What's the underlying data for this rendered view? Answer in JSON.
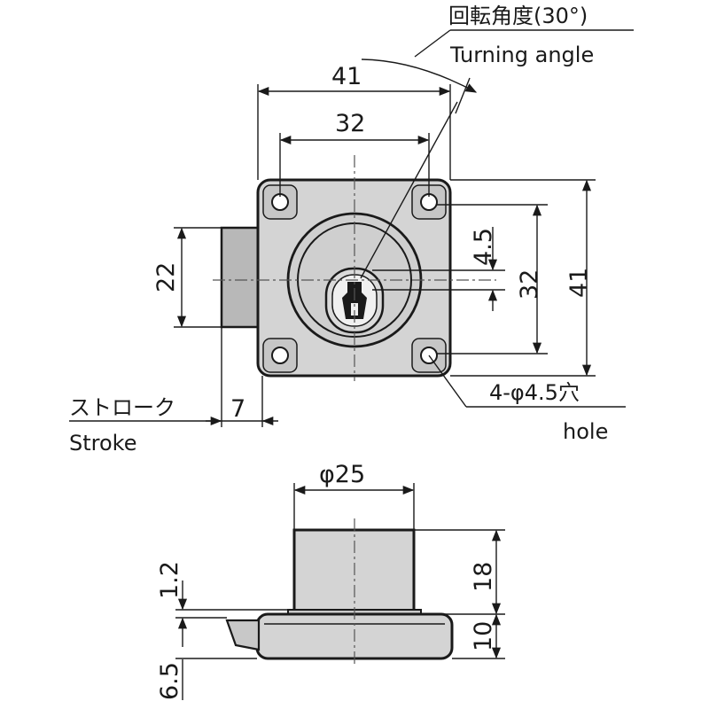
{
  "labels": {
    "turning_angle_jp": "回転角度(30°)",
    "turning_angle_en": "Turning angle",
    "width_41": "41",
    "width_32": "32",
    "height_4_5": "4.5",
    "height_32": "32",
    "height_41": "41",
    "height_22": "22",
    "stroke_jp": "ストローク",
    "stroke_value": "7",
    "stroke_en": "Stroke",
    "hole_jp": "4-φ4.5穴",
    "hole_en": "hole",
    "diameter_25": "φ25",
    "side_1_2": "1.2",
    "side_6_5": "6.5",
    "side_18": "18",
    "side_10": "10"
  },
  "colors": {
    "line": "#1a1a1a",
    "body": "#d4d4d4",
    "bolt": "#b8b8b8",
    "background": "#ffffff"
  }
}
